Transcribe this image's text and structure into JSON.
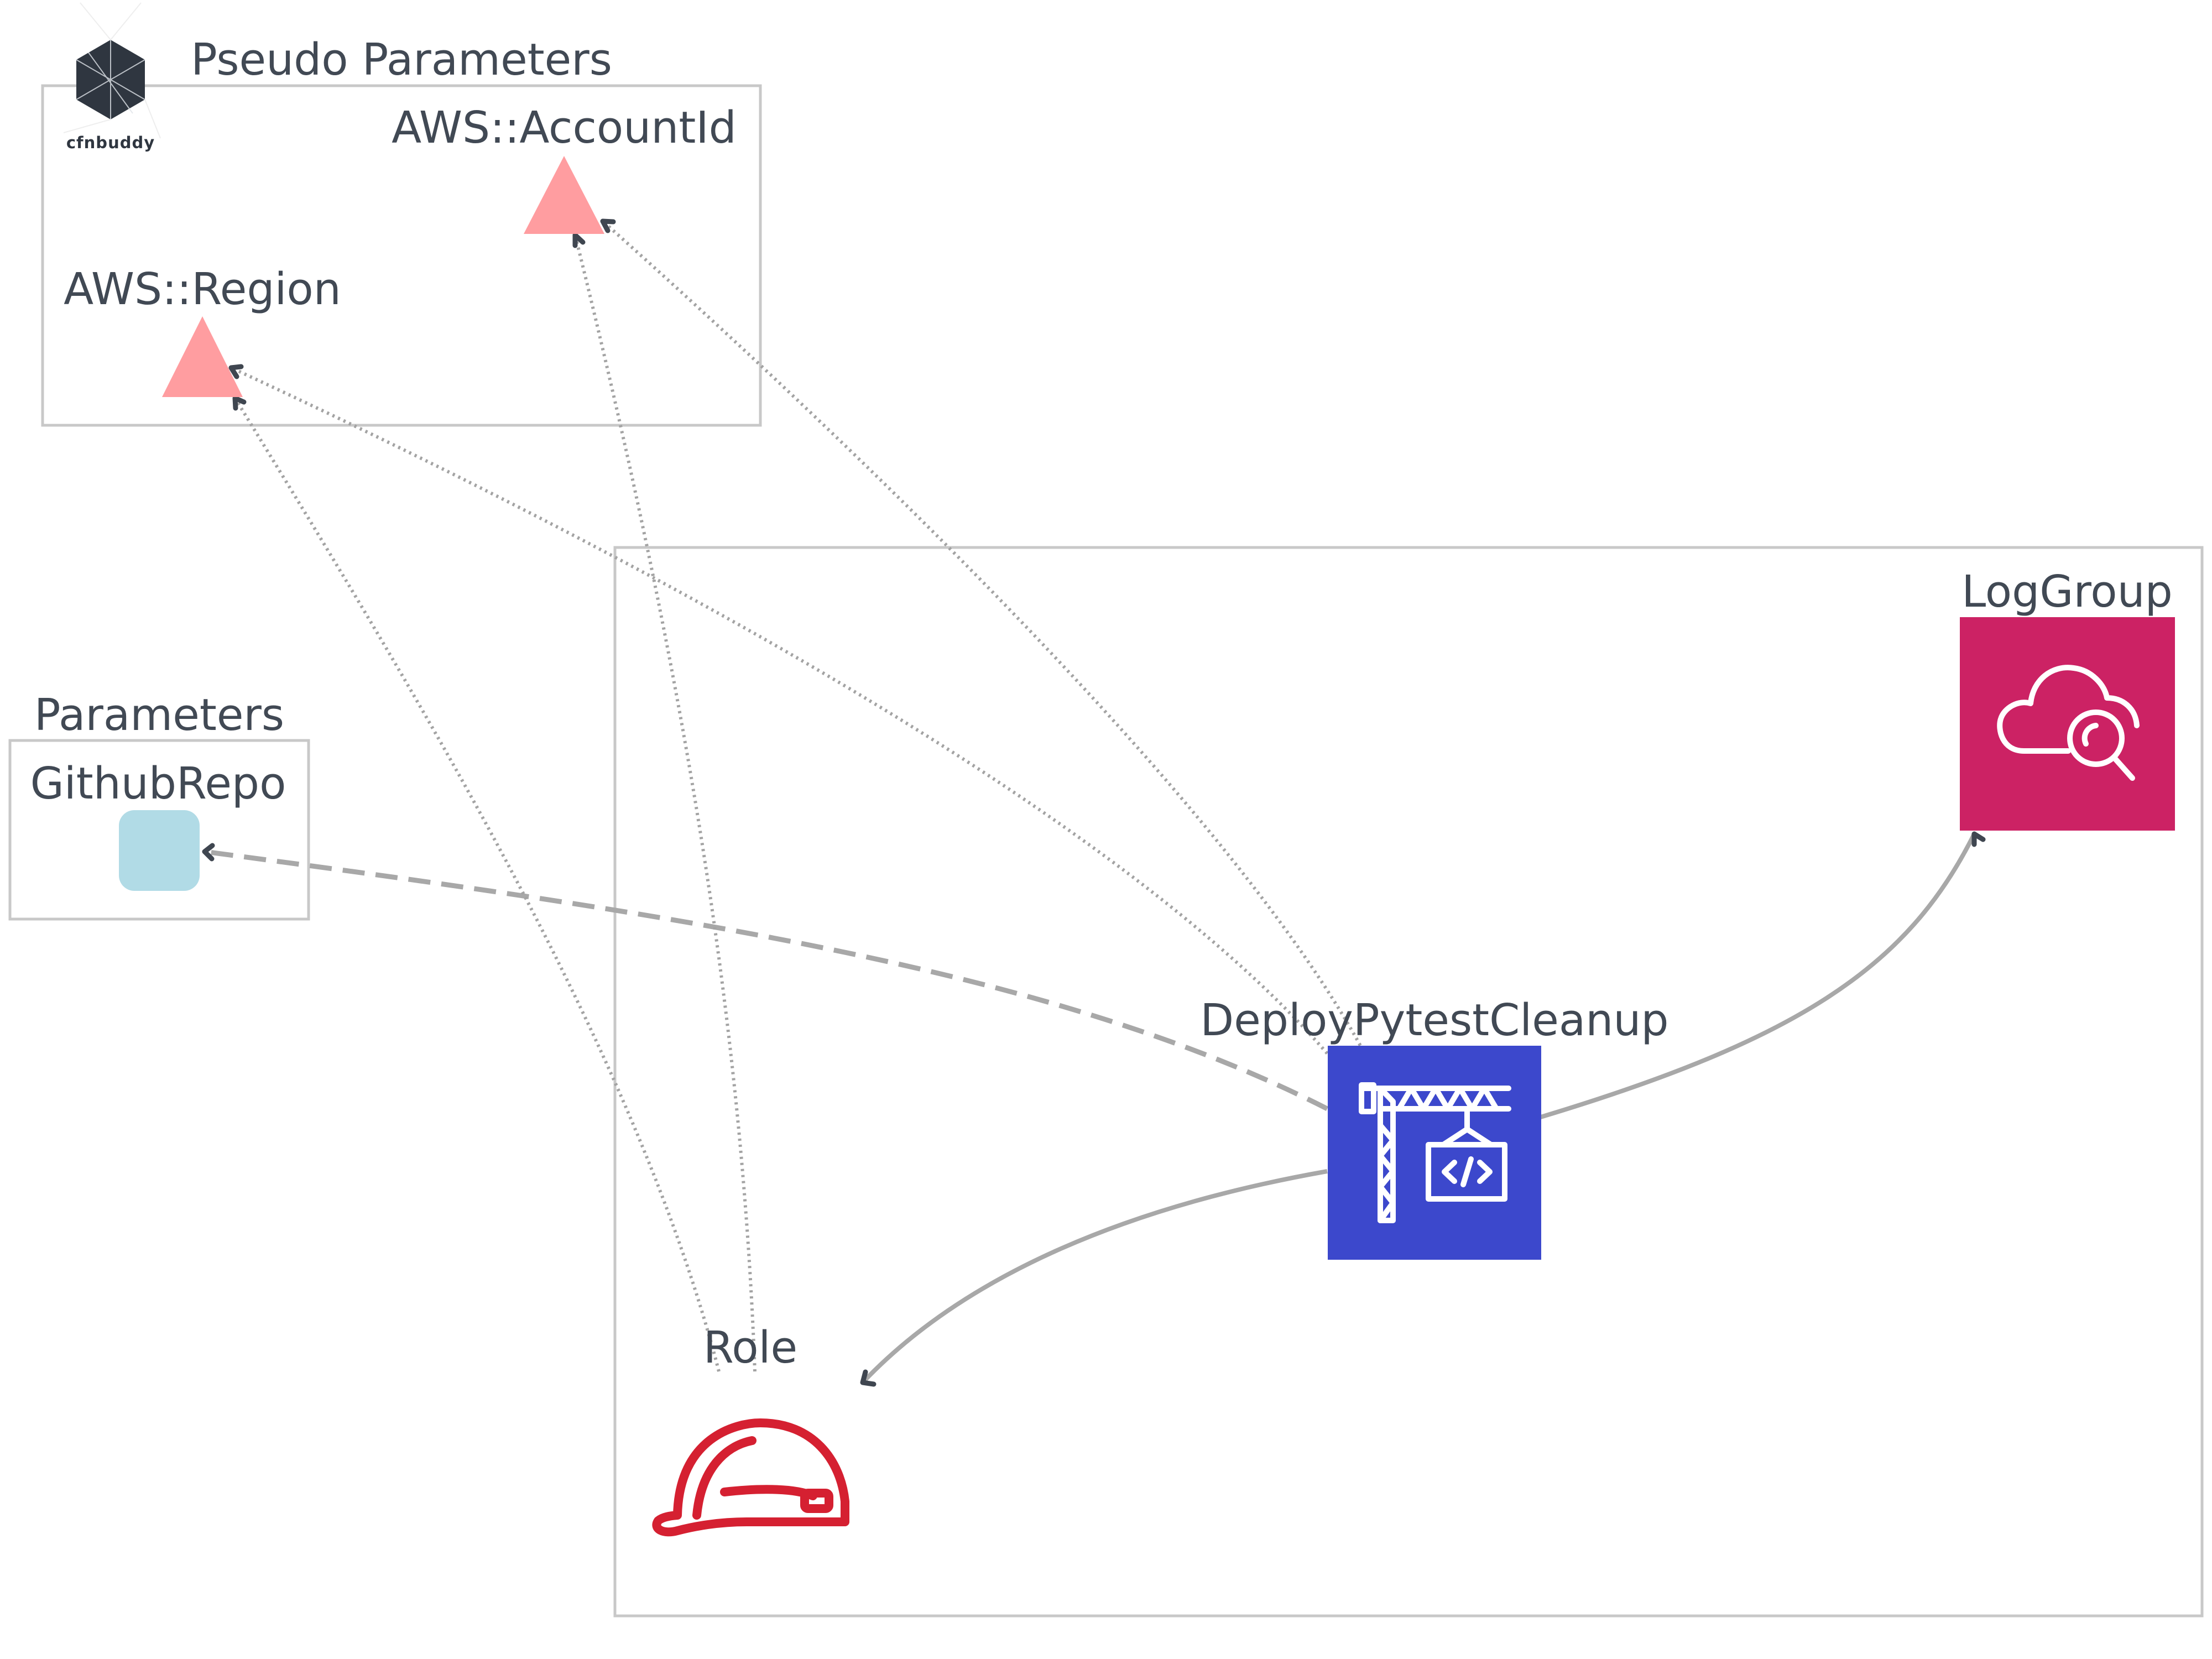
{
  "logo": {
    "text": "cfnbuddy"
  },
  "groups": {
    "pseudo_parameters": {
      "title": "Pseudo Parameters"
    },
    "parameters": {
      "title": "Parameters"
    }
  },
  "nodes": {
    "account_id": {
      "label": "AWS::AccountId",
      "color": "#ff9da0"
    },
    "region": {
      "label": "AWS::Region",
      "color": "#ff9da0"
    },
    "github_repo": {
      "label": "GithubRepo",
      "color": "#b1dbe6"
    },
    "log_group": {
      "label": "LogGroup",
      "color": "#cc2264",
      "icon": "cloudwatch-logs-icon"
    },
    "deploy_pytest_cleanup": {
      "label": "DeployPytestCleanup",
      "color": "#3c48cc",
      "icon": "codebuild-icon"
    },
    "role": {
      "label": "Role",
      "color": "#d52031",
      "icon": "iam-role-icon"
    }
  },
  "edges": [
    {
      "from": "DeployPytestCleanup",
      "to": "AWS::AccountId",
      "style": "dotted"
    },
    {
      "from": "DeployPytestCleanup",
      "to": "AWS::Region",
      "style": "dotted"
    },
    {
      "from": "DeployPytestCleanup",
      "to": "GithubRepo",
      "style": "dashed"
    },
    {
      "from": "DeployPytestCleanup",
      "to": "LogGroup",
      "style": "solid"
    },
    {
      "from": "DeployPytestCleanup",
      "to": "Role",
      "style": "solid"
    },
    {
      "from": "Role",
      "to": "AWS::AccountId",
      "style": "dotted"
    },
    {
      "from": "Role",
      "to": "AWS::Region",
      "style": "dotted"
    }
  ]
}
